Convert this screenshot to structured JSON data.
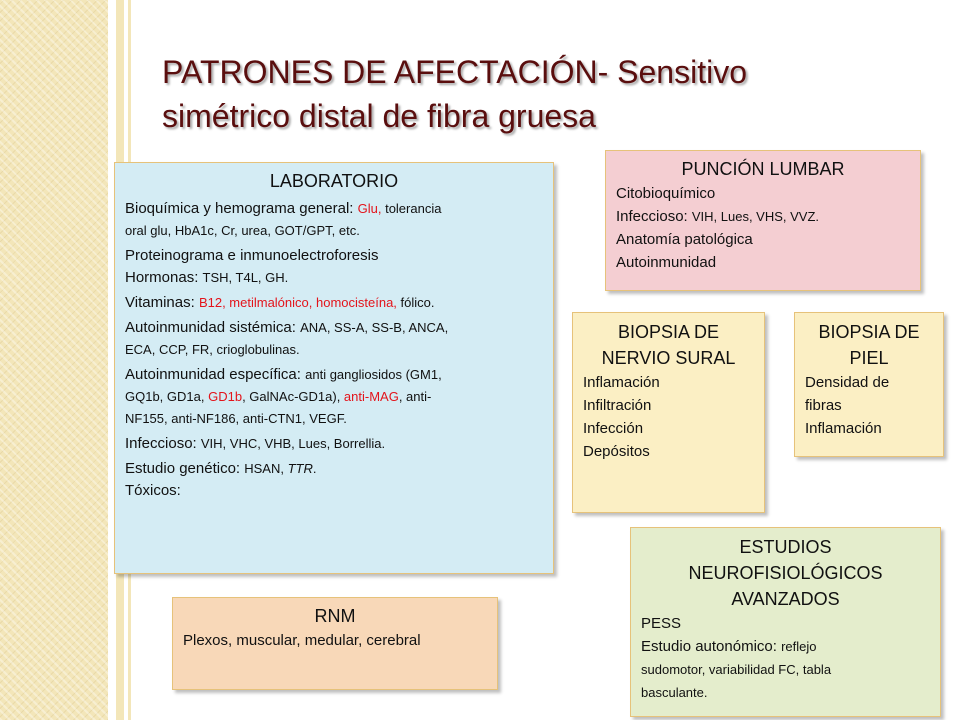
{
  "title": {
    "part1": "PATRONES DE AFECTACIÓN-",
    "part2": " Sensitivo",
    "part3": "simétrico distal de fibra gruesa"
  },
  "laboratorio": {
    "heading": "LABORATORIO",
    "bioquimica_a": "Bioquímica y hemograma general: ",
    "bioquimica_glu": "Glu,",
    "bioquimica_b": " tolerancia",
    "bioquimica_c": "oral glu, HbA1c, Cr, urea, GOT/GPT, etc.",
    "proteinograma": "Proteinograma e inmunoelectroforesis",
    "hormonas_label": "Hormonas: ",
    "hormonas_value": "TSH, T4L, GH.",
    "vitaminas_label": "Vitaminas: ",
    "vitaminas_red": "B12, metilmalónico, homocisteína,",
    "vitaminas_rest": " fólico.",
    "autoinm_sist_label": "Autoinmunidad sistémica: ",
    "autoinm_sist_a": "ANA, SS-A, SS-B, ANCA,",
    "autoinm_sist_b": "ECA, CCP, FR, crioglobulinas.",
    "autoinm_esp_label": "Autoinmunidad específica: ",
    "autoinm_esp_a": "anti gangliosidos (GM1,",
    "autoinm_esp_b1": "GQ1b, GD1a, ",
    "autoinm_esp_b_red1": "GD1b",
    "autoinm_esp_b2": ",  GalNAc-GD1a), ",
    "autoinm_esp_b_red2": "anti-MAG",
    "autoinm_esp_b3": ", anti-",
    "autoinm_esp_c": "NF155, anti-NF186, anti-CTN1, VEGF.",
    "infeccioso_label": "Infeccioso: ",
    "infeccioso_value": "VIH, VHC, VHB, Lues, Borrellia.",
    "genetico_label": "Estudio genético: ",
    "genetico_value": "HSAN, ",
    "genetico_italic": "TTR",
    "genetico_end": ".",
    "toxicos": "Tóxicos:"
  },
  "puncion_lumbar": {
    "heading": "PUNCIÓN LUMBAR",
    "item1": "Citobioquímico",
    "item2_label": "Infeccioso: ",
    "item2_value": " VIH, Lues, VHS, VVZ.",
    "item3": "Anatomía patológica",
    "item4": "Autoinmunidad"
  },
  "biopsia_sural": {
    "heading1": "BIOPSIA DE",
    "heading2": "NERVIO SURAL",
    "items": [
      "Inflamación",
      "Infiltración",
      "Infección",
      "Depósitos"
    ]
  },
  "biopsia_piel": {
    "heading1": "BIOPSIA DE",
    "heading2": "PIEL",
    "items": [
      "Densidad de",
      "fibras",
      "Inflamación"
    ]
  },
  "rnm": {
    "heading": "RNM",
    "text": "Plexos, muscular, medular, cerebral"
  },
  "estudios": {
    "heading1": "ESTUDIOS",
    "heading2": "NEUROFISIOLÓGICOS",
    "heading3": "AVANZADOS",
    "item1": "PESS",
    "item2_label": "Estudio autonómico: ",
    "item2_a": "reflejo",
    "item2_b": "sudomotor, variabilidad FC, tabla",
    "item2_c": "basculante."
  }
}
